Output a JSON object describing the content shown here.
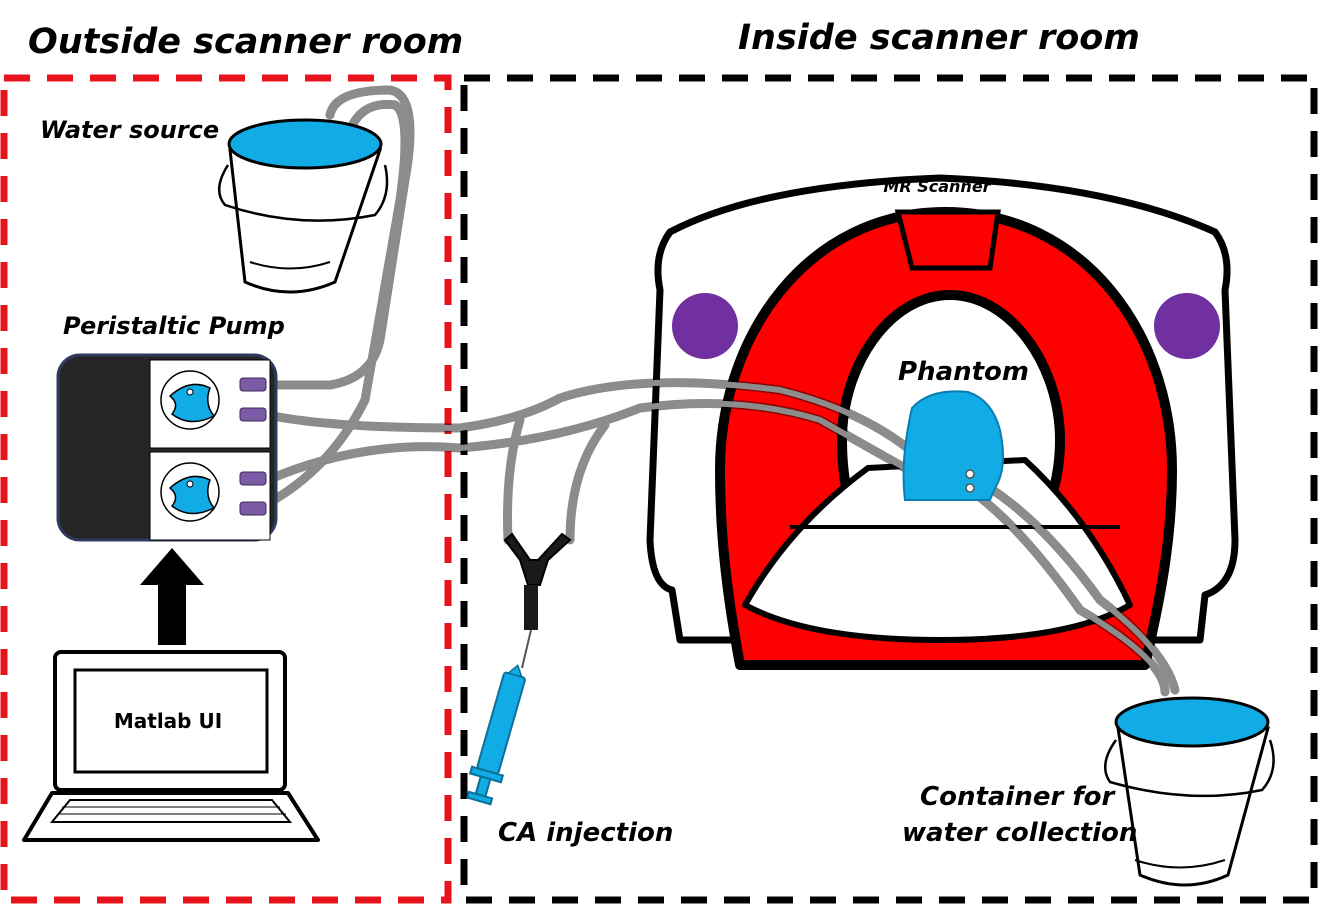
{
  "regions": {
    "outside_title": "Outside scanner room",
    "inside_title": "Inside scanner room"
  },
  "labels": {
    "water_source": "Water source",
    "pump": "Peristaltic Pump",
    "laptop_screen": "Matlab UI",
    "scanner": "MR Scanner",
    "phantom": "Phantom",
    "ca_injection": "CA injection",
    "container_line1": "Container for",
    "container_line2": "water collection"
  },
  "colors": {
    "outside_border": "#e8141b",
    "inside_border": "#000000",
    "scanner_ring": "#ff0000",
    "water": "#11abe6",
    "tubing": "#8c8c8c",
    "pump_body": "#262626",
    "pump_border": "#2f3b5e",
    "connector": "#7b5aa6",
    "scanner_dots": "#7030a0"
  }
}
